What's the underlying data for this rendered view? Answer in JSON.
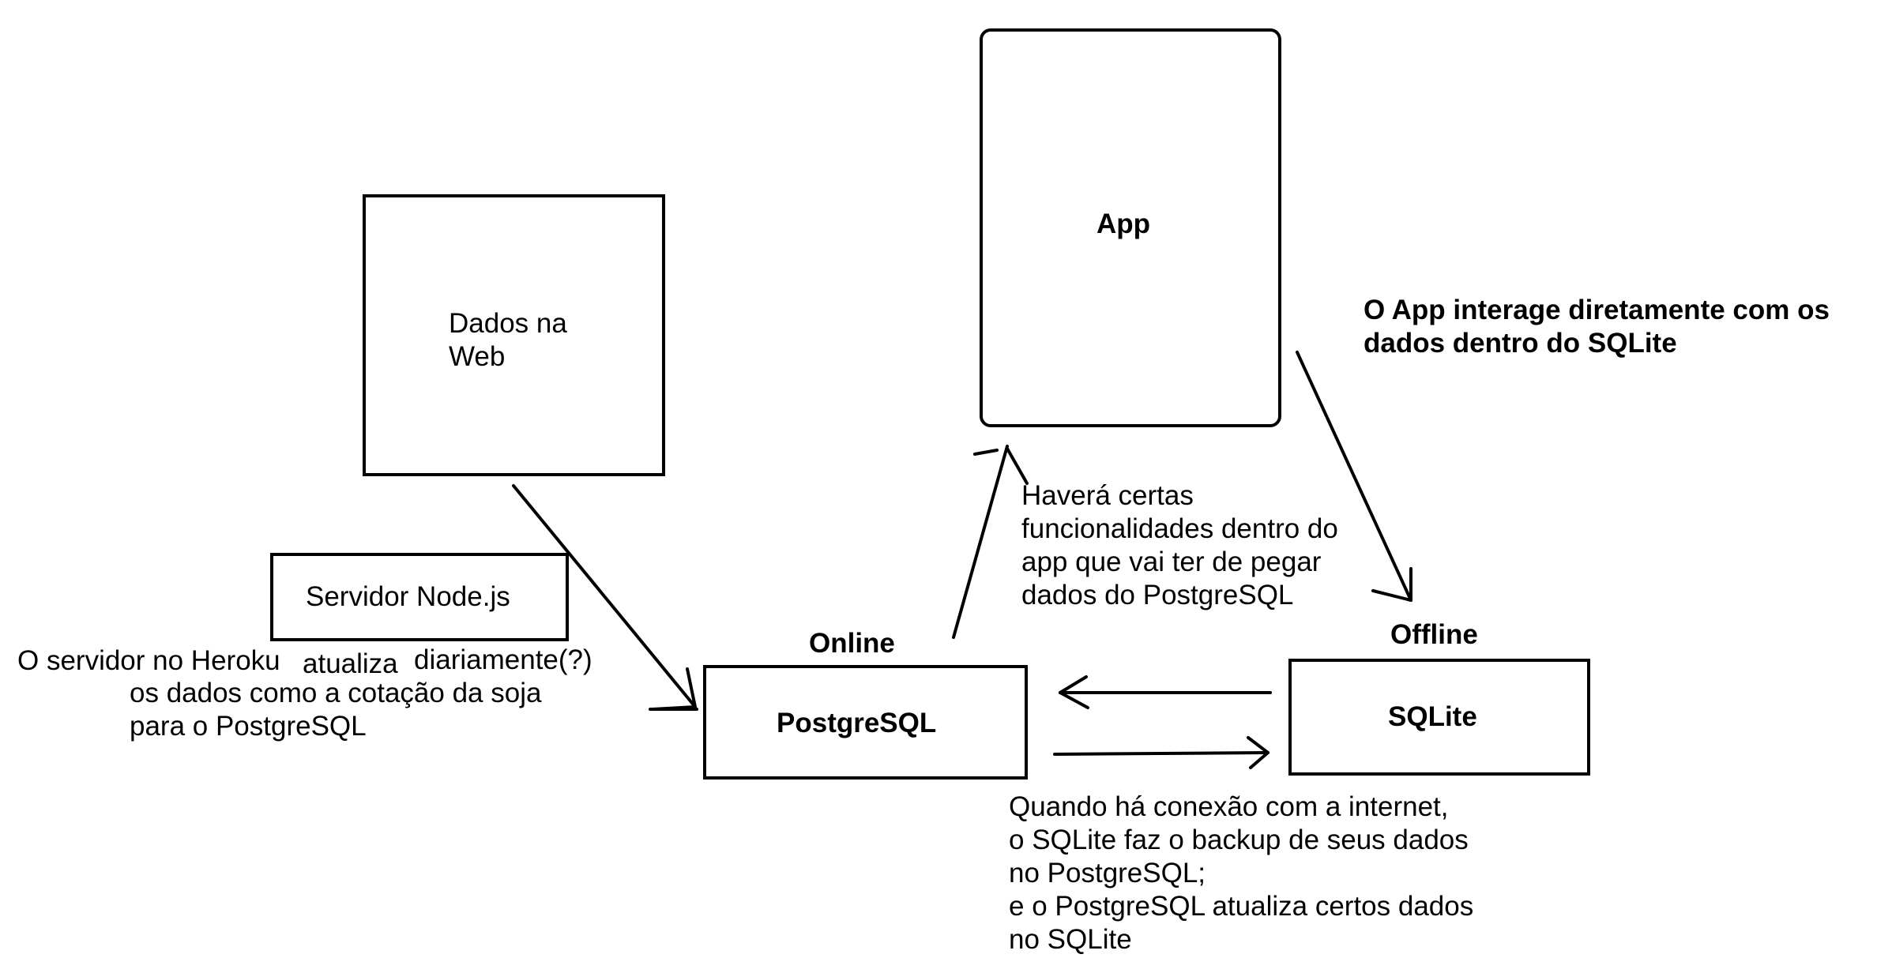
{
  "nodes": {
    "dados_web": "Dados na\nWeb",
    "app": "App",
    "servidor": "Servidor Node.js",
    "postgres": "PostgreSQL",
    "sqlite": "SQLite"
  },
  "labels": {
    "online": "Online",
    "offline": "Offline"
  },
  "notes": {
    "app_sqlite": "O App interage diretamente com os\ndados dentro do SQLite",
    "heroku_part1": "O servidor no Heroku",
    "heroku_part2": "atualiza",
    "heroku_part3": "diariamente(?)",
    "heroku_rest": "os dados como a cotação da soja\npara o PostgreSQL",
    "funcionalidades": "Haverá certas\nfuncionalidades dentro do\napp que vai ter de pegar\ndados do PostgreSQL",
    "backup": "Quando há conexão com a internet,\no SQLite faz o backup de seus dados\nno PostgreSQL;\ne o PostgreSQL atualiza certos dados\nno SQLite"
  }
}
